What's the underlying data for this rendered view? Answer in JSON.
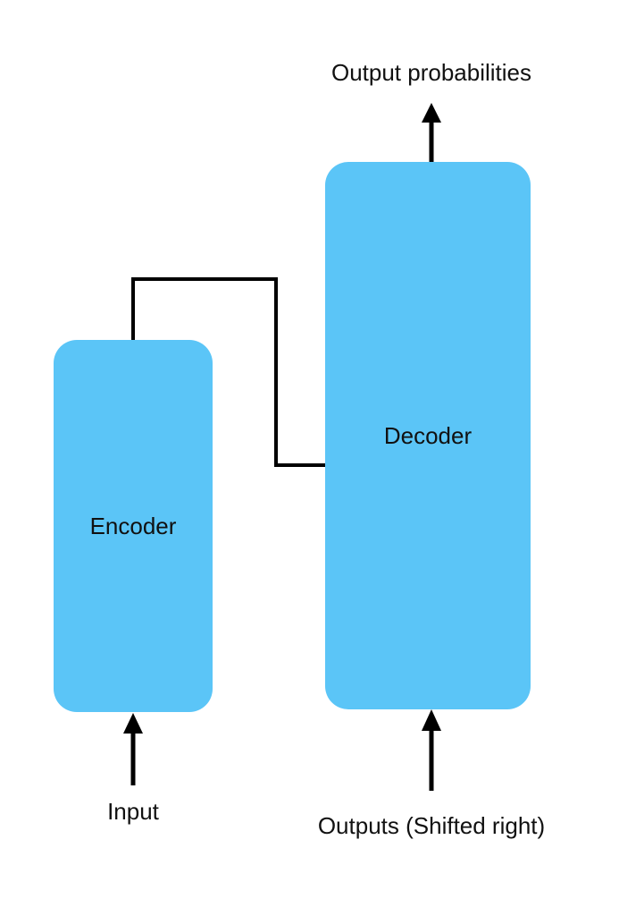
{
  "colors": {
    "block_fill": "#5BC5F7",
    "line": "#000000",
    "text": "#111111"
  },
  "encoder": {
    "label": "Encoder"
  },
  "decoder": {
    "label": "Decoder"
  },
  "labels": {
    "output_probabilities": "Output probabilities",
    "input": "Input",
    "outputs_shifted": "Outputs (Shifted right)"
  }
}
